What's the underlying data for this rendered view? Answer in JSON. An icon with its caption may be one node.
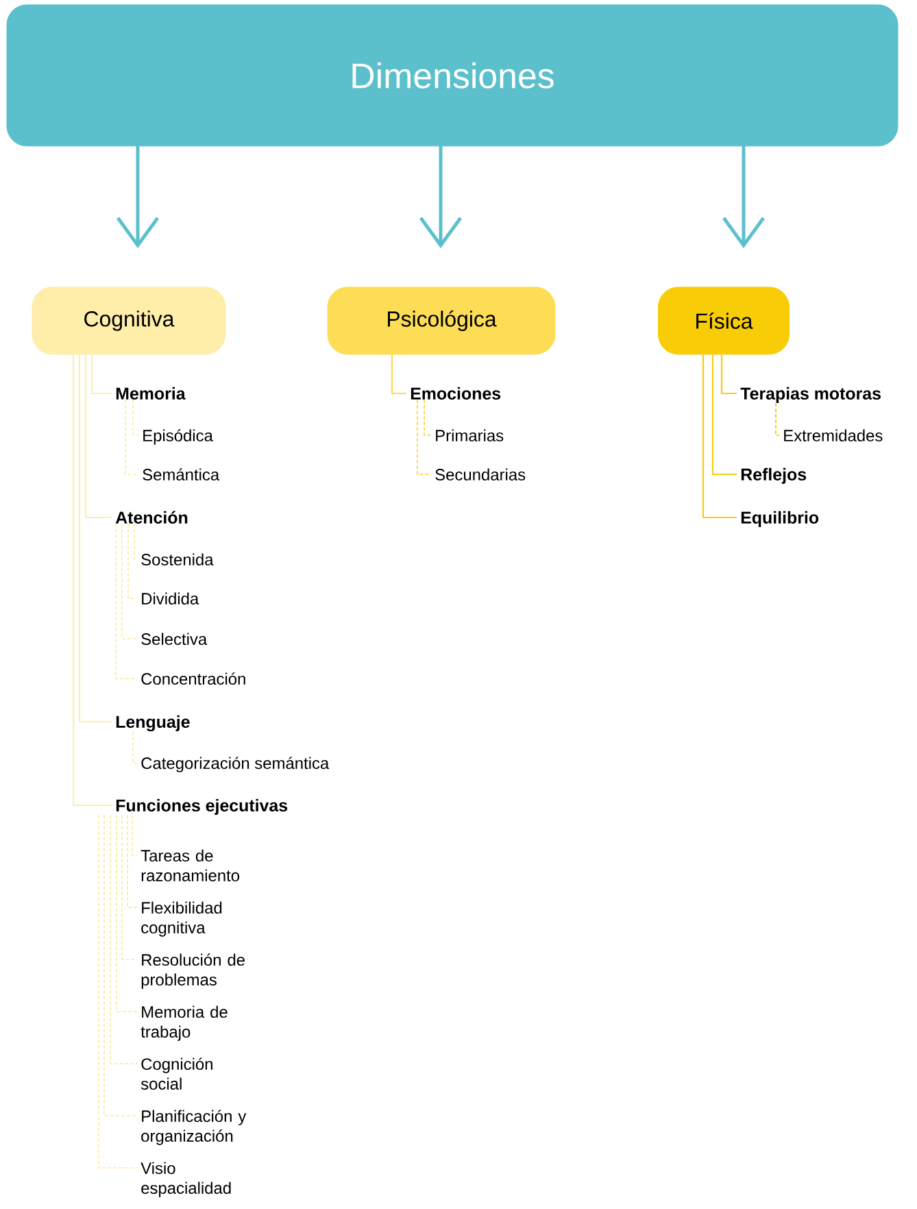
{
  "diagram": {
    "nodes": [
      {
        "text": [
          "Dimensiones"
        ]
      },
      {
        "text": [
          "Cognitiva"
        ]
      },
      {
        "text": [
          "Psicológica"
        ]
      },
      {
        "text": [
          "Física"
        ]
      },
      {
        "text": [
          "Memoria"
        ]
      },
      {
        "text": [
          "Episódica"
        ]
      },
      {
        "text": [
          "Semántica"
        ]
      },
      {
        "text": [
          "Atención"
        ]
      },
      {
        "text": [
          "Sostenida"
        ]
      },
      {
        "text": [
          "Dividida"
        ]
      },
      {
        "text": [
          "Selectiva"
        ]
      },
      {
        "text": [
          "Concentración"
        ]
      },
      {
        "text": [
          "Lenguaje"
        ]
      },
      {
        "text": [
          "Categorización semántica"
        ]
      },
      {
        "text": [
          "Funciones ejecutivas"
        ]
      },
      {
        "text": [
          "Tareas de razonamiento"
        ]
      },
      {
        "text": [
          "Flexibilidad cognitiva"
        ]
      },
      {
        "text": [
          "Resolución de problemas"
        ]
      },
      {
        "text": [
          "Memoria de trabajo"
        ]
      },
      {
        "text": [
          "Cognición social"
        ]
      },
      {
        "text": [
          "Planificación y organización"
        ]
      },
      {
        "text": [
          "Visio espacialidad"
        ]
      },
      {
        "text": [
          "Emociones"
        ]
      },
      {
        "text": [
          "Primarias"
        ]
      },
      {
        "text": [
          "Secundarias"
        ]
      },
      {
        "text": [
          "Terapias motoras"
        ]
      },
      {
        "text": [
          "Extremidades"
        ]
      },
      {
        "text": [
          "Reflejos"
        ]
      },
      {
        "text": [
          "Equilibrio"
        ]
      }
    ],
    "edges": [
      {
        "from": 0,
        "to": 1,
        "arrow": "to",
        "style": "thick",
        "color": "#5bc0cc"
      },
      {
        "from": 0,
        "to": 2,
        "arrow": "to",
        "style": "thick",
        "color": "#5bc0cc"
      },
      {
        "from": 0,
        "to": 3,
        "arrow": "to",
        "style": "thick",
        "color": "#5bc0cc"
      },
      {
        "from": 1,
        "to": 4,
        "arrow": "none"
      },
      {
        "from": 4,
        "to": 5,
        "arrow": "none",
        "style": "dashed"
      },
      {
        "from": 4,
        "to": 6,
        "arrow": "none",
        "style": "dashed"
      },
      {
        "from": 1,
        "to": 7,
        "arrow": "none"
      },
      {
        "from": 7,
        "to": 8,
        "arrow": "none",
        "style": "dashed"
      },
      {
        "from": 7,
        "to": 9,
        "arrow": "none",
        "style": "dashed"
      },
      {
        "from": 7,
        "to": 10,
        "arrow": "none",
        "style": "dashed"
      },
      {
        "from": 7,
        "to": 11,
        "arrow": "none",
        "style": "dashed"
      },
      {
        "from": 1,
        "to": 12,
        "arrow": "none"
      },
      {
        "from": 12,
        "to": 13,
        "arrow": "none",
        "style": "dashed"
      },
      {
        "from": 1,
        "to": 14,
        "arrow": "none"
      },
      {
        "from": 14,
        "to": 15,
        "arrow": "none",
        "style": "dashed"
      },
      {
        "from": 14,
        "to": 16,
        "arrow": "none",
        "style": "dashed"
      },
      {
        "from": 14,
        "to": 17,
        "arrow": "none",
        "style": "dashed"
      },
      {
        "from": 14,
        "to": 18,
        "arrow": "none",
        "style": "dashed"
      },
      {
        "from": 14,
        "to": 19,
        "arrow": "none",
        "style": "dashed"
      },
      {
        "from": 14,
        "to": 20,
        "arrow": "none",
        "style": "dashed"
      },
      {
        "from": 14,
        "to": 21,
        "arrow": "none",
        "style": "dashed"
      },
      {
        "from": 2,
        "to": 22,
        "arrow": "none",
        "color": "#fcd94f"
      },
      {
        "from": 22,
        "to": 23,
        "arrow": "none",
        "style": "dashed",
        "color": "#fcd94f"
      },
      {
        "from": 22,
        "to": 24,
        "arrow": "none",
        "style": "dashed",
        "color": "#fcd94f"
      },
      {
        "from": 3,
        "to": 25,
        "arrow": "none",
        "color": "#f8cd0b"
      },
      {
        "from": 25,
        "to": 26,
        "arrow": "none",
        "style": "dashed",
        "color": "#f8cd0b"
      },
      {
        "from": 3,
        "to": 27,
        "arrow": "none",
        "color": "#f8cd0b"
      },
      {
        "from": 3,
        "to": 28,
        "arrow": "none",
        "color": "#f8cd0b"
      }
    ]
  }
}
